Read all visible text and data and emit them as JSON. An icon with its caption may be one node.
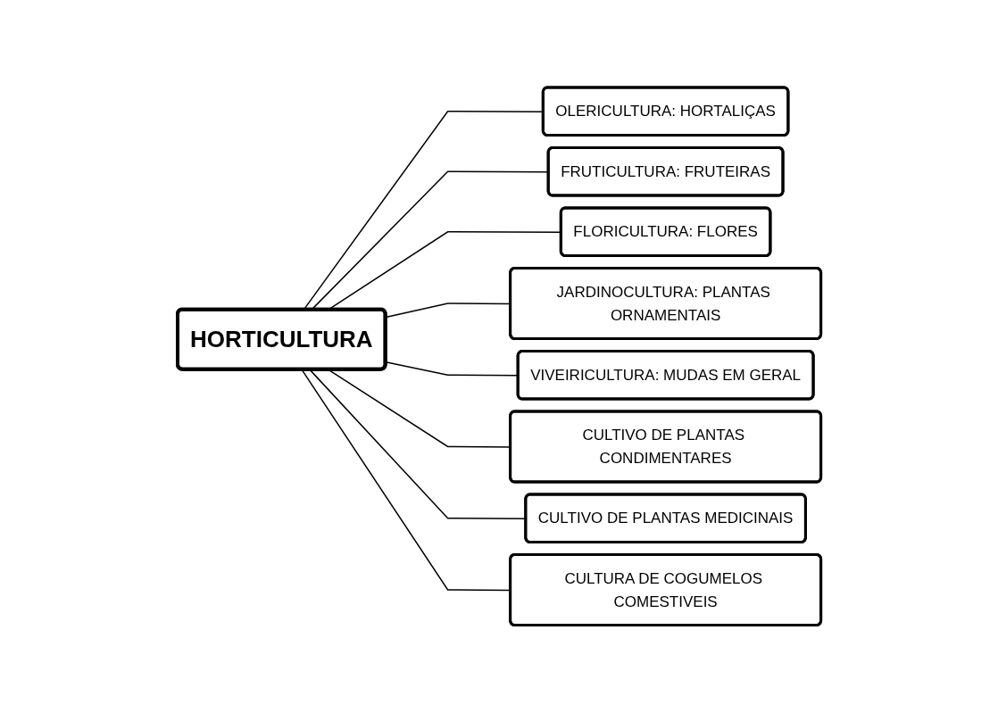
{
  "diagram": {
    "nodes": [
      {
        "text": [
          "HORTICULTURA"
        ]
      },
      {
        "text": [
          "OLERICULTURA: HORTALIÇAS"
        ]
      },
      {
        "text": [
          "FRUTICULTURA: FRUTEIRAS"
        ]
      },
      {
        "text": [
          "FLORICULTURA: FLORES"
        ]
      },
      {
        "text": [
          "JARDINOCULTURA: PLANTAS ORNAMENTAIS"
        ]
      },
      {
        "text": [
          "VIVEIRICULTURA: MUDAS EM GERAL"
        ]
      },
      {
        "text": [
          "CULTIVO DE PLANTAS CONDIMENTARES"
        ]
      },
      {
        "text": [
          "CULTIVO DE PLANTAS MEDICINAIS"
        ]
      },
      {
        "text": [
          "CULTURA DE COGUMELOS COMESTIVEIS"
        ]
      }
    ],
    "edges": [
      {
        "from": 0,
        "to": 1,
        "arrow": "none"
      },
      {
        "from": 0,
        "to": 2,
        "arrow": "none"
      },
      {
        "from": 0,
        "to": 3,
        "arrow": "none"
      },
      {
        "from": 0,
        "to": 4,
        "arrow": "none"
      },
      {
        "from": 0,
        "to": 5,
        "arrow": "none"
      },
      {
        "from": 0,
        "to": 6,
        "arrow": "none"
      },
      {
        "from": 0,
        "to": 7,
        "arrow": "none"
      },
      {
        "from": 0,
        "to": 8,
        "arrow": "none"
      }
    ]
  }
}
